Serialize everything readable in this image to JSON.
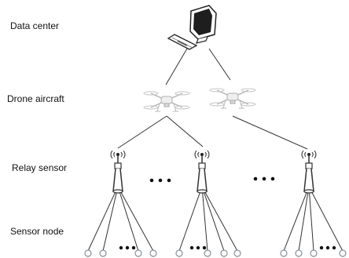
{
  "labels": {
    "data_center": "Data center",
    "drone": "Drone aircraft",
    "relay": "Relay sensor",
    "sensor": "Sensor node"
  },
  "icons": {
    "data_center": "computer-icon",
    "drone": "drone-icon",
    "relay": "relay-sensor-icon",
    "sensor": "sensor-node-icon"
  },
  "colors": {
    "line": "#333333",
    "node_stroke": "#8a8f9a",
    "drone": "#c8c8c8"
  }
}
